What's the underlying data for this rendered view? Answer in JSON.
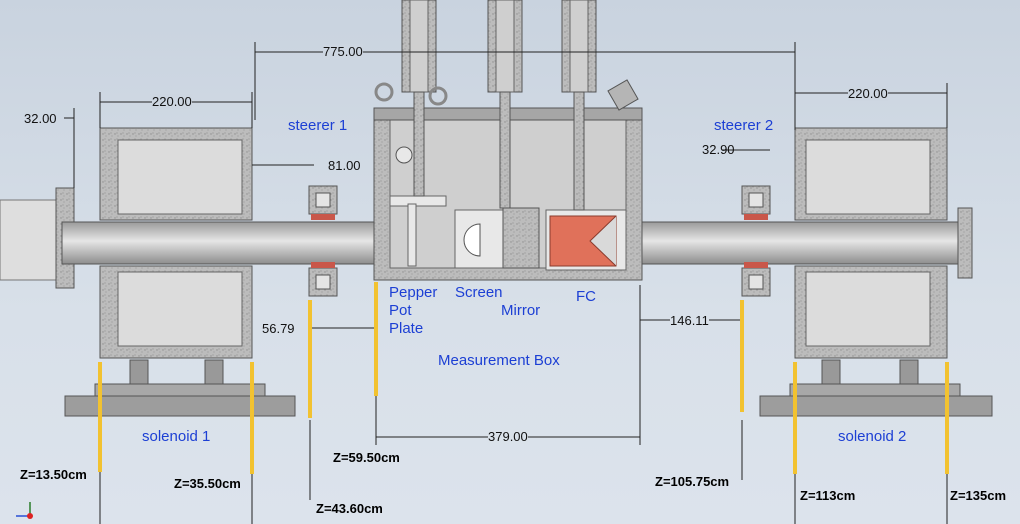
{
  "dimensions": {
    "top_span": "775.00",
    "left_solenoid_width": "220.00",
    "right_solenoid_width": "220.00",
    "left_offset": "32.00",
    "right_offset": "32.90",
    "steerer_gap": "81.00",
    "pepper_gap": "56.79",
    "right_gap": "146.11",
    "box_span": "379.00"
  },
  "labels": {
    "steerer1": "steerer 1",
    "steerer2": "steerer 2",
    "pepper": [
      "Pepper",
      "Pot",
      "Plate"
    ],
    "screen": "Screen",
    "mirror": "Mirror",
    "fc": "FC",
    "measurement_box": "Measurement Box",
    "solenoid1": "solenoid 1",
    "solenoid2": "solenoid 2"
  },
  "z_positions": [
    {
      "label": "Z=13.50cm"
    },
    {
      "label": "Z=35.50cm"
    },
    {
      "label": "Z=43.60cm"
    },
    {
      "label": "Z=59.50cm"
    },
    {
      "label": "Z=105.75cm"
    },
    {
      "label": "Z=113cm"
    },
    {
      "label": "Z=135cm"
    }
  ],
  "colors": {
    "marker": "#f2c230",
    "label_blue": "#1c3fd4",
    "fc_copper": "#e0715a"
  }
}
